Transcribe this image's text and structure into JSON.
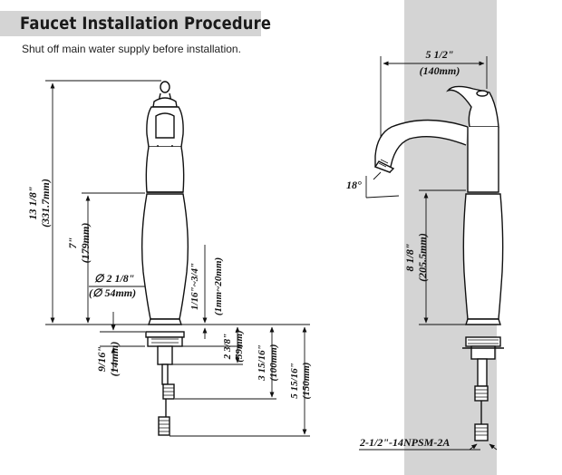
{
  "header": {
    "title": "Faucet Installation Procedure",
    "subtitle": "Shut off main water supply before installation."
  },
  "front_view": {
    "total_height": {
      "imperial": "13 1/8\"",
      "metric": "(331.7mm)"
    },
    "spout_height": {
      "imperial": "7\"",
      "metric": "(179mm)"
    },
    "base_diameter": {
      "imperial": "∅ 2 1/8\"",
      "metric": "(∅ 54mm)"
    },
    "deck_range": {
      "imperial": "1/16\"~3/4\"",
      "metric": "(1mm~20mm)"
    },
    "base_ring": {
      "imperial": "9/16\"",
      "metric": "(14mm)"
    },
    "shank_top": {
      "imperial": "2 3/8\"",
      "metric": "(59mm)"
    },
    "shank_mid": {
      "imperial": "3 15/16\"",
      "metric": "(100mm)"
    },
    "shank_total": {
      "imperial": "5 15/16\"",
      "metric": "(150mm)"
    }
  },
  "side_view": {
    "spout_reach": {
      "imperial": "5 1/2\"",
      "metric": "(140mm)"
    },
    "angle": "18°",
    "spout_height": {
      "imperial": "8 1/8\"",
      "metric": "(205.5mm)"
    },
    "thread_spec": "2-1/2\"-14NPSM-2A"
  }
}
